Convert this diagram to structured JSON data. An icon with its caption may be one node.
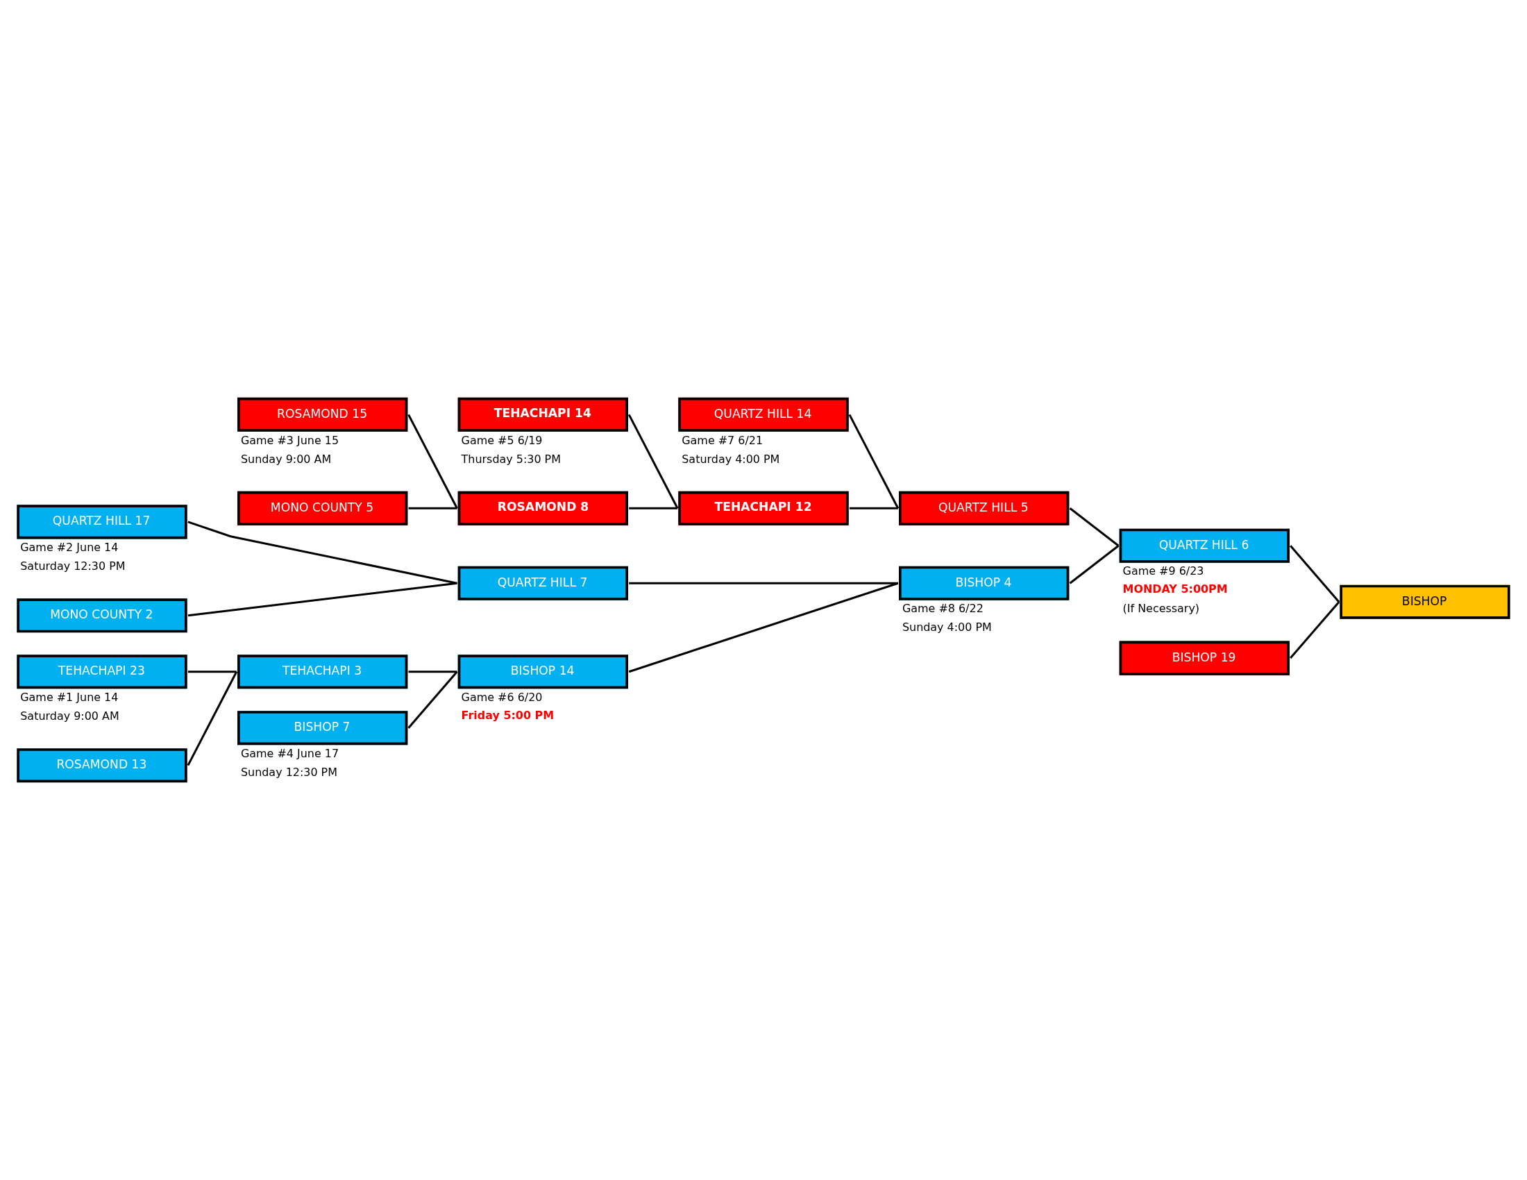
{
  "diagram": {
    "nodes": [
      {
        "text": [
          "TEHACHAPI 23"
        ],
        "beside": [
          "Game #1 June 14",
          "Saturday 9:00 AM"
        ]
      },
      {
        "text": [
          "ROSAMOND 13"
        ]
      },
      {
        "text": [
          "QUARTZ HILL 17"
        ],
        "beside": [
          "Game #2 June 14",
          "Saturday 12:30 PM"
        ]
      },
      {
        "text": [
          "MONO COUNTY 2"
        ]
      },
      {
        "text": [
          "BISHOP 7"
        ],
        "beside": [
          "Game #4 June 17",
          "Sunday 12:30 PM"
        ]
      },
      {
        "text": [
          "TEHACHAPI 3"
        ]
      },
      {
        "text": [
          "ROSAMOND 15"
        ],
        "beside": [
          "Game #3 June 15",
          "Sunday 9:00 AM"
        ]
      },
      {
        "text": [
          "MONO COUNTY 5"
        ]
      },
      {
        "text": [
          "BISHOP 14"
        ],
        "beside": [
          "Game #6 6/20",
          "Friday 5:00 PM"
        ]
      },
      {
        "text": [
          "QUARTZ HILL 7"
        ]
      },
      {
        "text": [
          "TEHACHAPI 14"
        ],
        "beside": [
          "Game #5 6/19",
          "Thursday 5:30 PM"
        ]
      },
      {
        "text": [
          "ROSAMOND 8"
        ]
      },
      {
        "text": [
          "QUARTZ HILL 14"
        ],
        "beside": [
          "Game #7 6/21",
          "Saturday 4:00 PM"
        ]
      },
      {
        "text": [
          "TEHACHAPI 12"
        ]
      },
      {
        "text": [
          "BISHOP 4"
        ],
        "beside": [
          "Game #8 6/22",
          "Sunday 4:00 PM"
        ]
      },
      {
        "text": [
          "QUARTZ HILL 5"
        ]
      },
      {
        "text": [
          "QUARTZ HILL 6"
        ],
        "beside": [
          "Game #9 6/23",
          "MONDAY 5:00PM",
          "(If Necessary)"
        ]
      },
      {
        "text": [
          "BISHOP 19"
        ]
      },
      {
        "text": [
          "BISHOP"
        ]
      }
    ],
    "edges": [
      {
        "from": 0,
        "to": 5,
        "arrow": "none"
      },
      {
        "from": 1,
        "to": 5,
        "arrow": "none"
      },
      {
        "from": 2,
        "to": 9,
        "arrow": "none"
      },
      {
        "from": 3,
        "to": 9,
        "arrow": "none"
      },
      {
        "from": 4,
        "to": 8,
        "arrow": "none"
      },
      {
        "from": 5,
        "to": 8,
        "arrow": "none"
      },
      {
        "from": 6,
        "to": 11,
        "arrow": "none"
      },
      {
        "from": 7,
        "to": 11,
        "arrow": "none"
      },
      {
        "from": 8,
        "to": 14,
        "arrow": "none"
      },
      {
        "from": 9,
        "to": 14,
        "arrow": "none"
      },
      {
        "from": 10,
        "to": 13,
        "arrow": "none"
      },
      {
        "from": 11,
        "to": 13,
        "arrow": "none"
      },
      {
        "from": 12,
        "to": 15,
        "arrow": "none"
      },
      {
        "from": 13,
        "to": 15,
        "arrow": "none"
      },
      {
        "from": 14,
        "to": 16,
        "arrow": "none"
      },
      {
        "from": 15,
        "to": 16,
        "arrow": "none"
      },
      {
        "from": 16,
        "to": 18,
        "arrow": "none"
      },
      {
        "from": 17,
        "to": 18,
        "arrow": "none"
      }
    ]
  }
}
